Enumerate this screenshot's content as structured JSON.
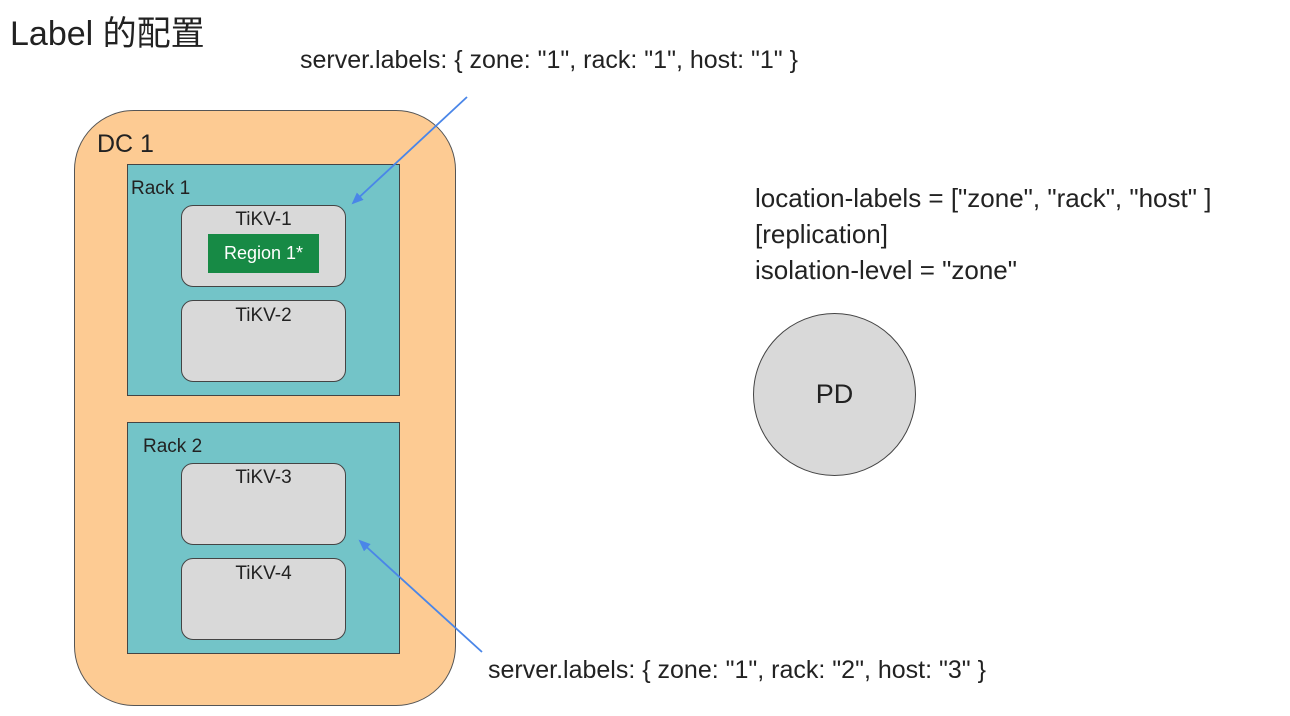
{
  "title": "Label 的配置",
  "top_server_labels": "server.labels: { zone: \"1\", rack: \"1\", host: \"1\" }",
  "bottom_server_labels": "server.labels: { zone: \"1\", rack: \"2\", host: \"3\" }",
  "datacenter": {
    "label": "DC 1",
    "racks": [
      {
        "label": "Rack 1",
        "nodes": [
          "TiKV-1",
          "TiKV-2"
        ]
      },
      {
        "label": "Rack 2",
        "nodes": [
          "TiKV-3",
          "TiKV-4"
        ]
      }
    ]
  },
  "region": {
    "label": "Region 1*",
    "color": "#178a45"
  },
  "pd_config": {
    "line1": "location-labels = [\"zone\", \"rack\", \"host\" ]",
    "line2": "[replication]",
    "line3": "isolation-level = \"zone\""
  },
  "pd": {
    "label": "PD"
  },
  "colors": {
    "datacenter": "#fdcb93",
    "rack": "#73c4c8",
    "node": "#d9d9d9",
    "arrow": "#4a86e8"
  }
}
